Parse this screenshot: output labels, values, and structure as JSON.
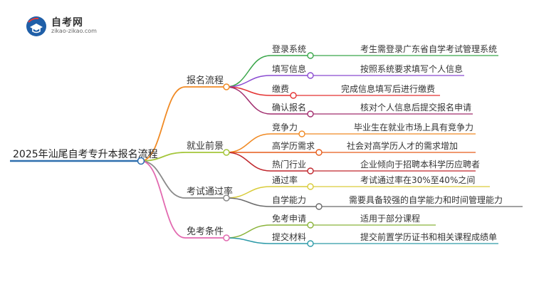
{
  "logo": {
    "title": "自考网",
    "subtitle": "zikao-zikao.com"
  },
  "root": {
    "label": "2025年汕尾自考专升本报名流程",
    "color": "#2f6fae"
  },
  "branches": [
    {
      "label": "报名流程",
      "color": "#f08a24",
      "children": [
        {
          "label": "登录系统",
          "color": "#3aa64a",
          "detail": "考生需登录广东省自学考试管理系统"
        },
        {
          "label": "填写信息",
          "color": "#8a4bd1",
          "detail": "按照系统要求填写个人信息"
        },
        {
          "label": "缴费",
          "color": "#e43232",
          "detail": "完成信息填写后进行缴费"
        },
        {
          "label": "确认报名",
          "color": "#a12d6e",
          "detail": "核对个人信息后提交报名申请"
        }
      ]
    },
    {
      "label": "就业前景",
      "color": "#a4c63a",
      "children": [
        {
          "label": "竞争力",
          "color": "#f08a24",
          "detail": "毕业生在就业市场上具有竞争力"
        },
        {
          "label": "高学历需求",
          "color": "#e65c1a",
          "detail": "社会对高学历人才的需求增加"
        },
        {
          "label": "热门行业",
          "color": "#c0272d",
          "detail": "企业倾向于招聘本科学历应聘者"
        }
      ]
    },
    {
      "label": "考试通过率",
      "color": "#8a8a8a",
      "children": [
        {
          "label": "通过率",
          "color": "#d9cc3a",
          "detail": "考试通过率在30%至40%之间"
        },
        {
          "label": "自学能力",
          "color": "#6b6b6b",
          "detail": "需要具备较强的自学能力和时间管理能力"
        }
      ]
    },
    {
      "label": "免考条件",
      "color": "#e26ab0",
      "children": [
        {
          "label": "免考申请",
          "color": "#8ab33a",
          "detail": "适用于部分课程"
        },
        {
          "label": "提交材料",
          "color": "#2d9aa8",
          "detail": "提交前置学历证书和相关课程成绩单"
        }
      ]
    }
  ]
}
